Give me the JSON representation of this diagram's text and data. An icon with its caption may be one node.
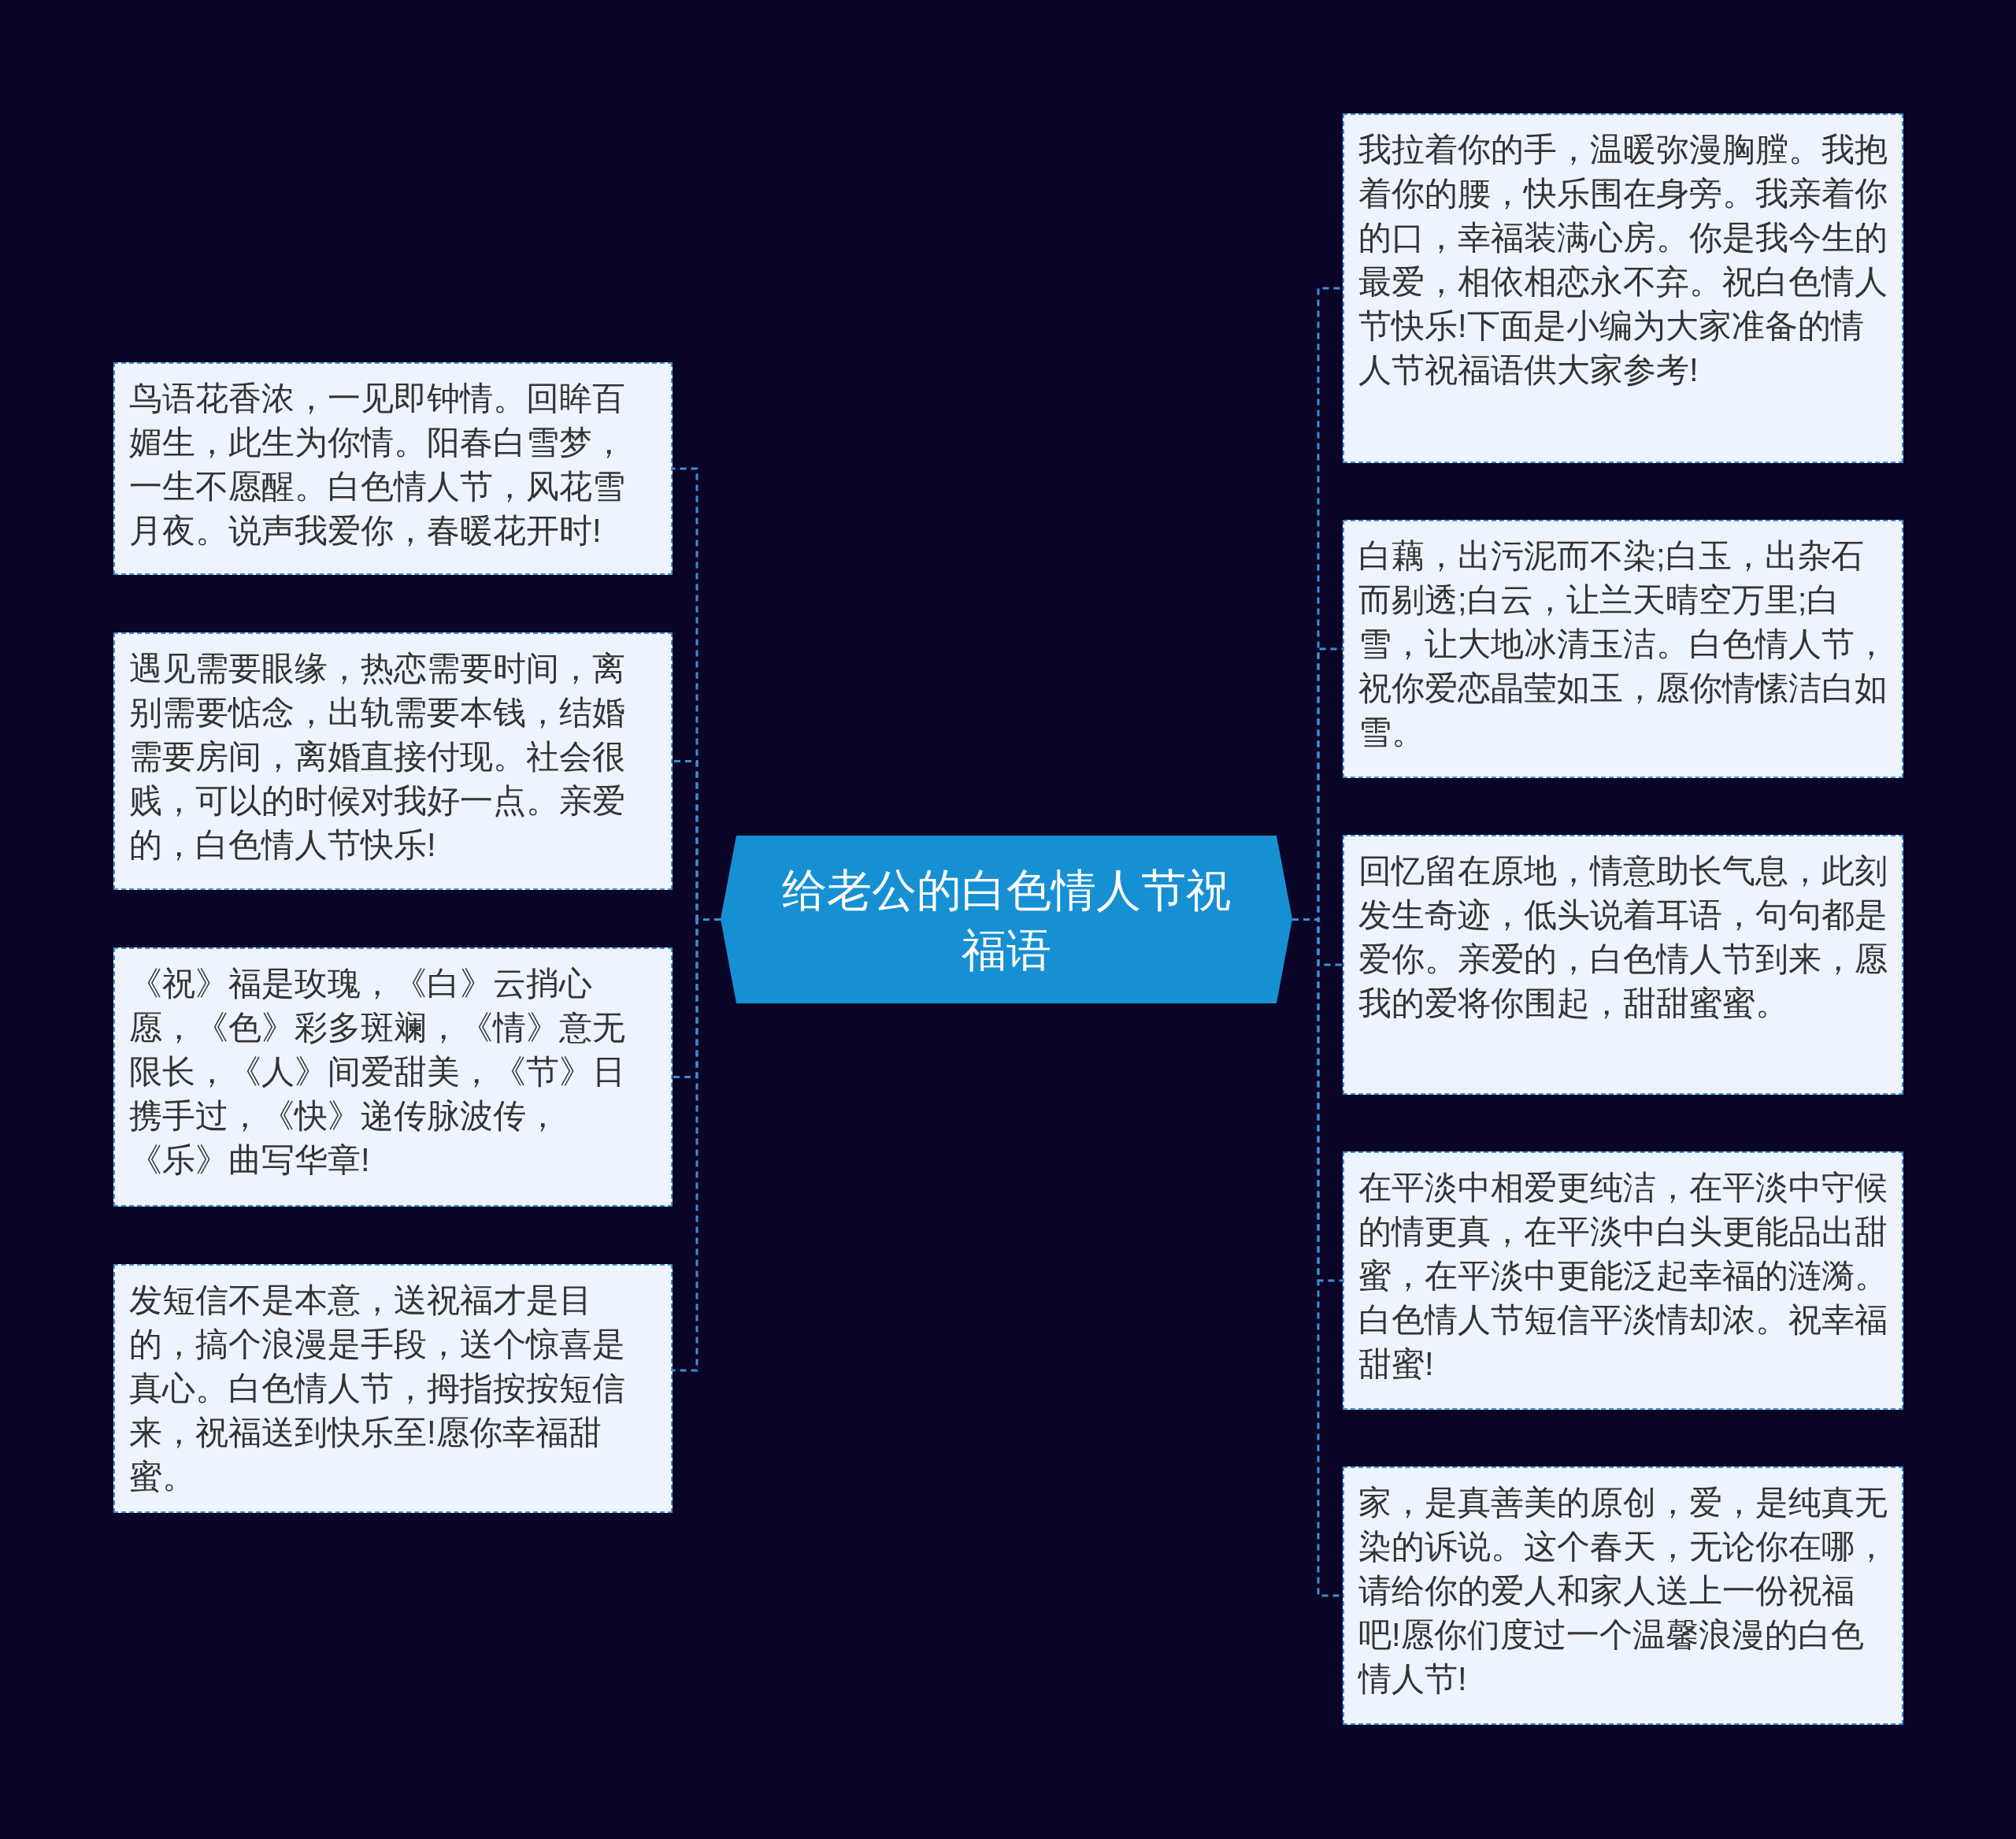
{
  "diagram": {
    "nodes": [
      {
        "text": [
          "给老公的白色情人节祝福语"
        ]
      },
      {
        "text": [
          "鸟语花香浓，一见即钟情。回眸百媚生，此生为你情。阳春白雪梦，一生不愿醒。白色情人节，风花雪月夜。说声我爱你，春暖花开时!"
        ]
      },
      {
        "text": [
          "遇见需要眼缘，热恋需要时间，离别需要惦念，出轨需要本钱，结婚需要房间，离婚直接付现。社会很贱，可以的时候对我好一点。亲爱的，白色情人节快乐!"
        ]
      },
      {
        "text": [
          "《祝》福是玫瑰，《白》云捎心愿，《色》彩多斑斓，《情》意无限长，《人》间爱甜美，《节》日携手过，《快》递传脉波传，《乐》曲写华章!"
        ]
      },
      {
        "text": [
          "发短信不是本意，送祝福才是目的，搞个浪漫是手段，送个惊喜是真心。白色情人节，拇指按按短信来，祝福送到快乐至!愿你幸福甜蜜。"
        ]
      },
      {
        "text": [
          "我拉着你的手，温暖弥漫胸膛。我抱着你的腰，快乐围在身旁。我亲着你的口，幸福装满心房。你是我今生的最爱，相依相恋永不弃。祝白色情人节快乐!下面是小编为大家准备的情人节祝福语供大家参考!"
        ]
      },
      {
        "text": [
          "白藕，出污泥而不染;白玉，出杂石而剔透;白云，让兰天晴空万里;白雪，让大地冰清玉洁。白色情人节，祝你爱恋晶莹如玉，愿你情愫洁白如雪。"
        ]
      },
      {
        "text": [
          "回忆留在原地，情意助长气息，此刻发生奇迹，低头说着耳语，句句都是爱你。亲爱的，白色情人节到来，愿我的爱将你围起，甜甜蜜蜜。"
        ]
      },
      {
        "text": [
          "在平淡中相爱更纯洁，在平淡中守候的情更真，在平淡中白头更能品出甜蜜，在平淡中更能泛起幸福的涟漪。白色情人节短信平淡情却浓。祝幸福甜蜜!"
        ]
      },
      {
        "text": [
          "家，是真善美的原创，爱，是纯真无染的诉说。这个春天，无论你在哪，请给你的爱人和家人送上一份祝福吧!愿你们度过一个温馨浪漫的白色情人节!"
        ]
      }
    ],
    "edges": [
      {
        "from": 0,
        "to": 1,
        "arrow": "none",
        "style": "dashed"
      },
      {
        "from": 0,
        "to": 2,
        "arrow": "none",
        "style": "dashed"
      },
      {
        "from": 0,
        "to": 3,
        "arrow": "none",
        "style": "dashed"
      },
      {
        "from": 0,
        "to": 4,
        "arrow": "none",
        "style": "dashed"
      },
      {
        "from": 0,
        "to": 5,
        "arrow": "none",
        "style": "dashed"
      },
      {
        "from": 0,
        "to": 6,
        "arrow": "none",
        "style": "dashed"
      },
      {
        "from": 0,
        "to": 7,
        "arrow": "none",
        "style": "dashed"
      },
      {
        "from": 0,
        "to": 8,
        "arrow": "none",
        "style": "dashed"
      },
      {
        "from": 0,
        "to": 9,
        "arrow": "none",
        "style": "dashed"
      }
    ]
  }
}
